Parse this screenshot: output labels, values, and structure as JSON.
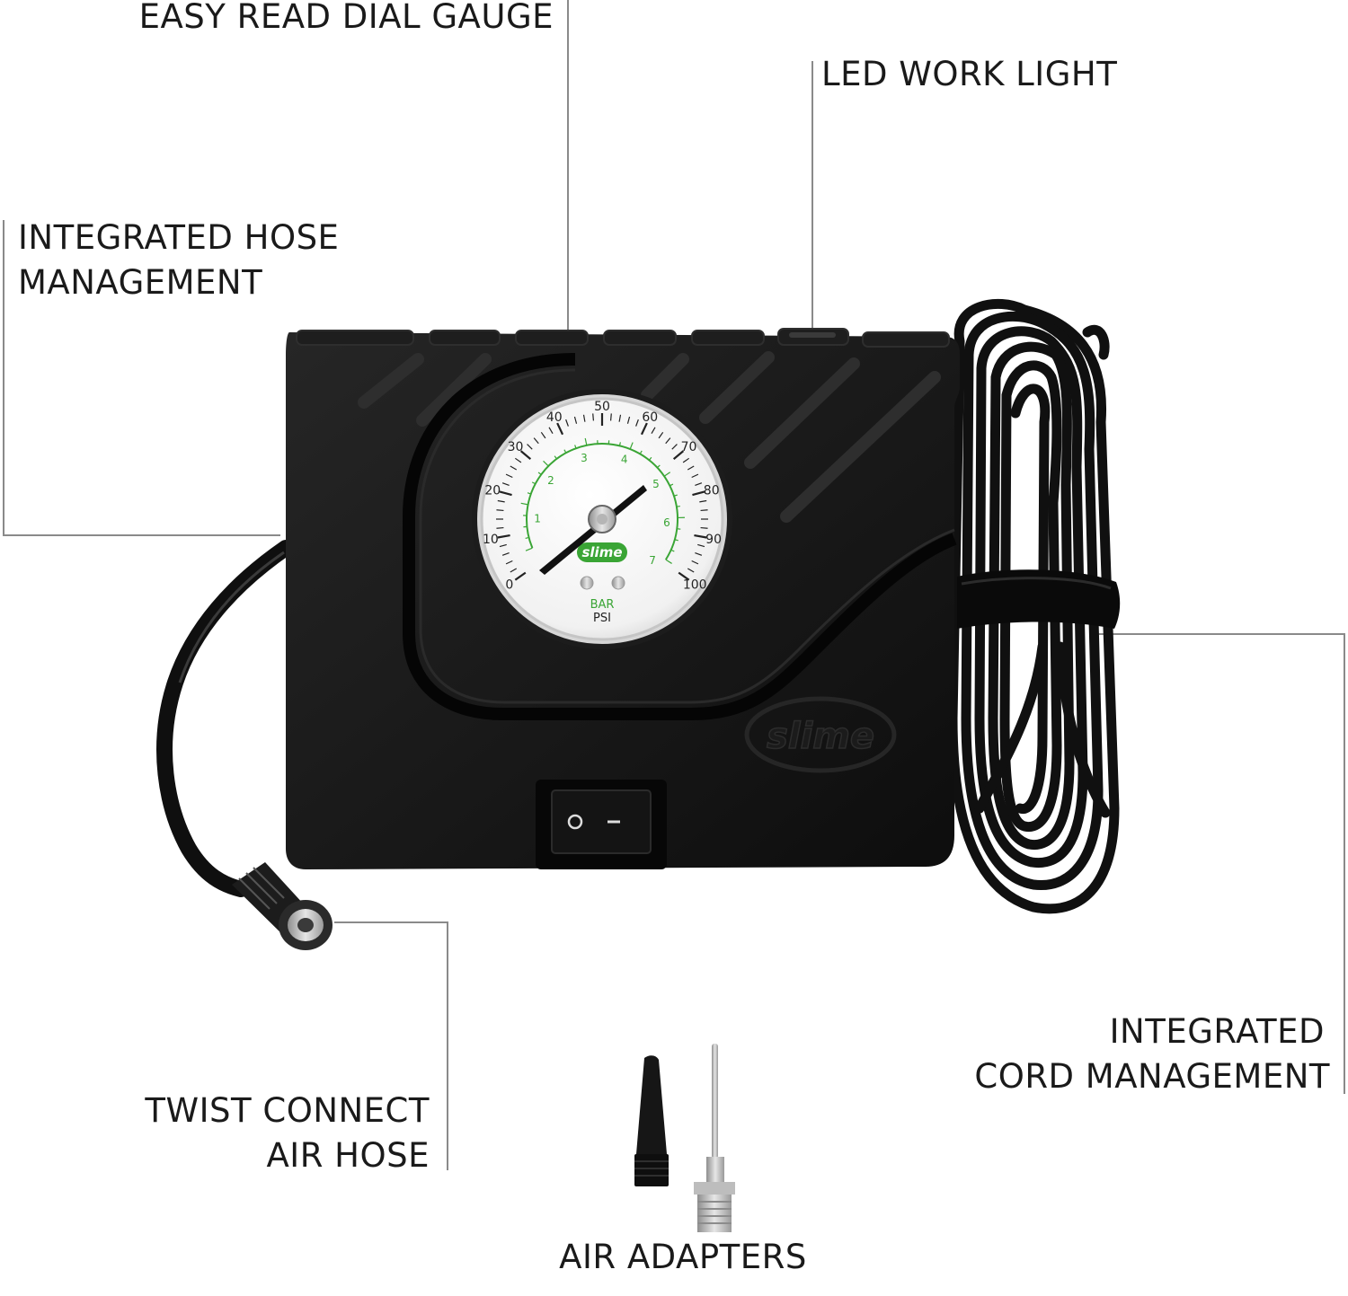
{
  "callouts": {
    "dial_gauge": [
      "EASY READ DIAL GAUGE"
    ],
    "led_light": [
      "LED WORK LIGHT"
    ],
    "hose_management": [
      "INTEGRATED HOSE",
      "MANAGEMENT"
    ],
    "cord_management": [
      "INTEGRATED",
      "CORD MANAGEMENT"
    ],
    "air_hose": [
      "TWIST CONNECT",
      "AIR HOSE"
    ],
    "air_adapters": [
      "AIR ADAPTERS"
    ]
  },
  "gauge": {
    "psi_ticks": [
      "0",
      "10",
      "20",
      "30",
      "40",
      "50",
      "60",
      "70",
      "80",
      "90",
      "100"
    ],
    "bar_ticks": [
      "1",
      "2",
      "3",
      "4",
      "5",
      "6",
      "7"
    ],
    "brand": "slime",
    "unit_bar": "BAR",
    "unit_psi": "PSI"
  },
  "body_logo": "slime",
  "switch": {
    "off_symbol": "O",
    "on_symbol": "I"
  },
  "colors": {
    "body": "#141414",
    "line": "#8a8a8a",
    "gauge_green": "#3aa535"
  }
}
